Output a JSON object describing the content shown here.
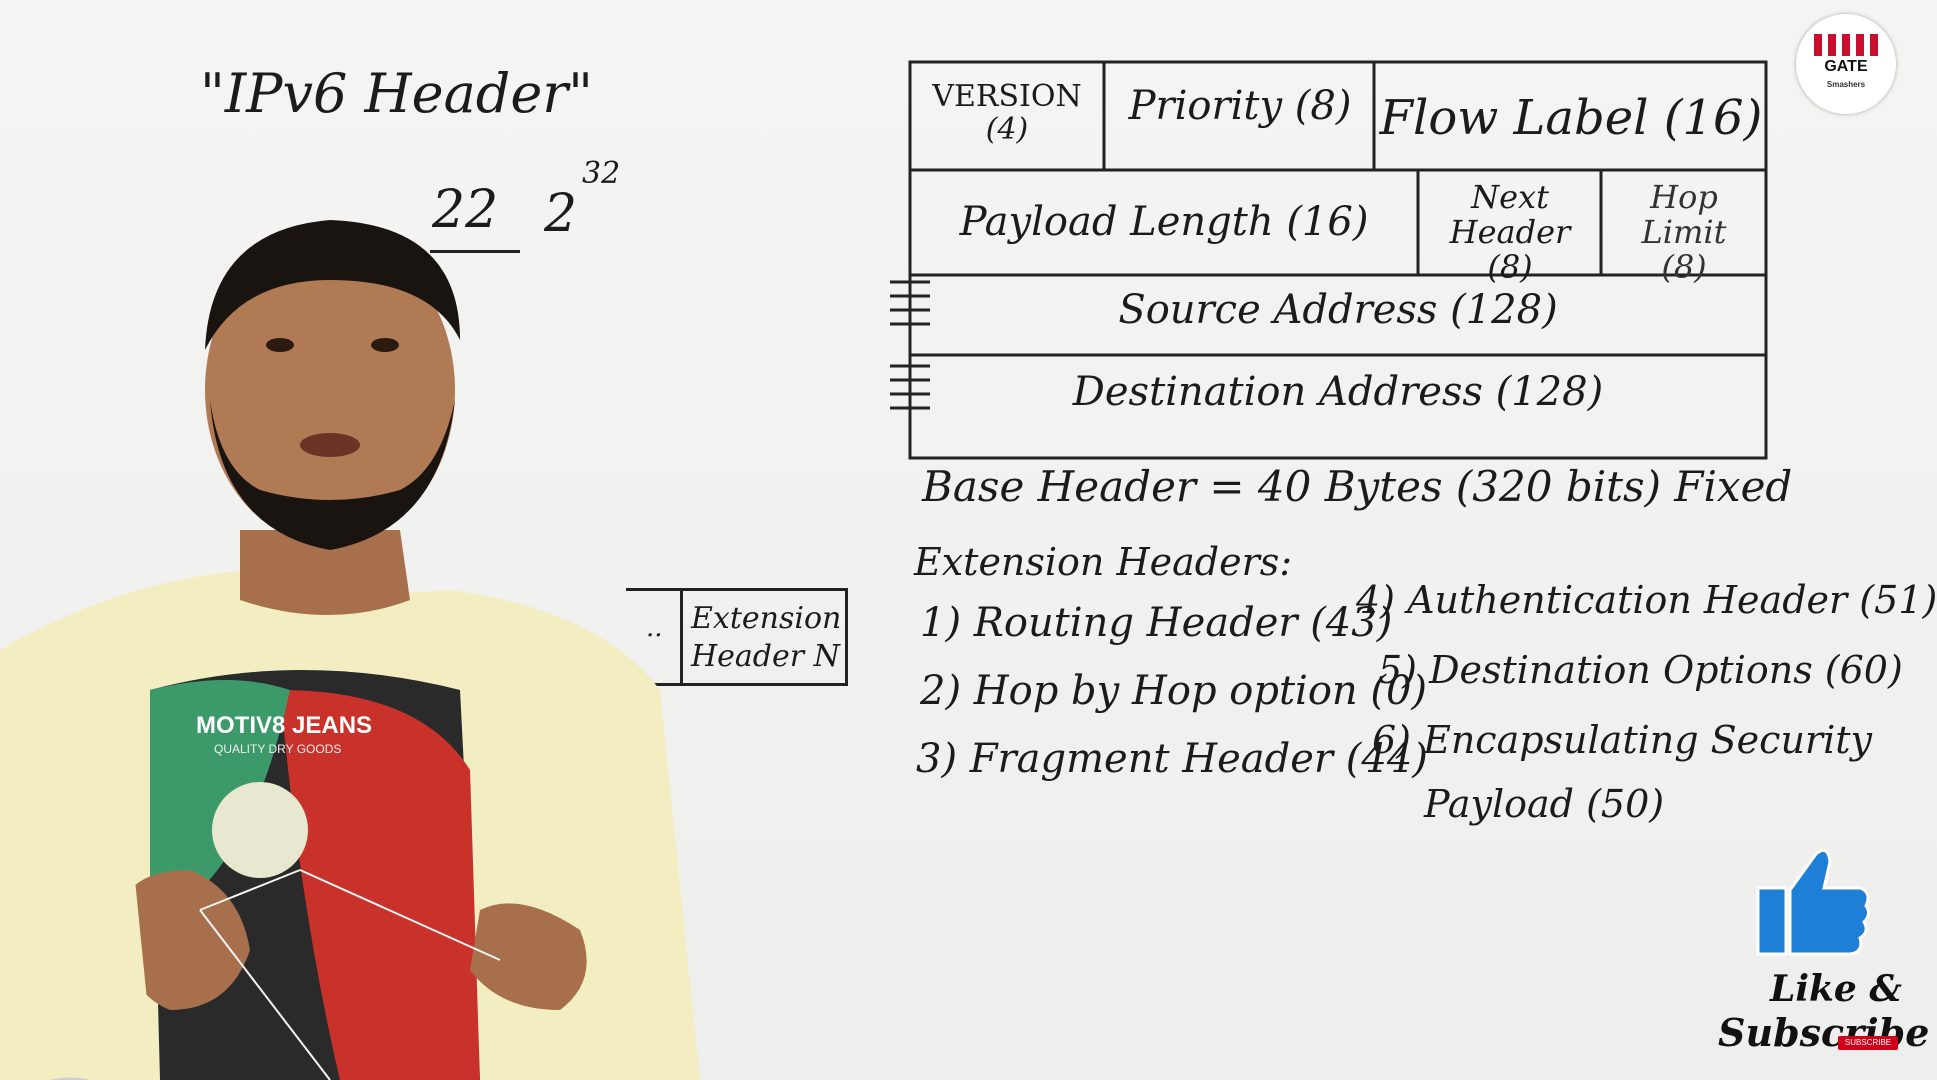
{
  "board": {
    "title": "\"IPv6 Header\"",
    "partial_math": {
      "digits": "22",
      "power_base": "2",
      "power_exp": "32"
    }
  },
  "table": {
    "row1": {
      "version": "VERSION",
      "version_bits": "(4)",
      "priority": "Priority (8)",
      "flow_label": "Flow Label (16)"
    },
    "row2": {
      "payload_length": "Payload Length (16)",
      "next_header": "Next Header",
      "next_header_bits": "(8)",
      "hop_limit": "Hop Limit",
      "hop_limit_bits": "(8)"
    },
    "row3": {
      "source": "Source Address (128)"
    },
    "row4": {
      "destination": "Destination Address (128)"
    }
  },
  "base_header": "Base Header = 40 Bytes (320 bits) Fixed",
  "extension": {
    "heading": "Extension Headers:",
    "items_left": [
      "1) Routing Header (43)",
      "2) Hop by Hop option (0)",
      "3) Fragment Header (44)"
    ],
    "items_right": [
      "4) Authentication Header (51)",
      "5) Destination Options (60)",
      "6) Encapsulating Security",
      "Payload (50)"
    ]
  },
  "ext_box": {
    "dots": "..",
    "label_line1": "Extension",
    "label_line2": "Header N"
  },
  "shirt": {
    "brand": "MOTIV8 JEANS",
    "sub": "QUALITY DRY GOODS"
  },
  "logo": {
    "name": "GATE",
    "sub": "Smashers"
  },
  "like": {
    "line1": "Like &",
    "line2": "Subscribe",
    "badge": "SUBSCRIBE"
  },
  "colors": {
    "board": "#f1f1ef",
    "ink": "#1b1b1b",
    "shirt": "#f3edc2",
    "skin": "#b07a55",
    "hair": "#1a1410",
    "thumb_blue": "#1e7fd6",
    "badge_red": "#d0021b"
  }
}
